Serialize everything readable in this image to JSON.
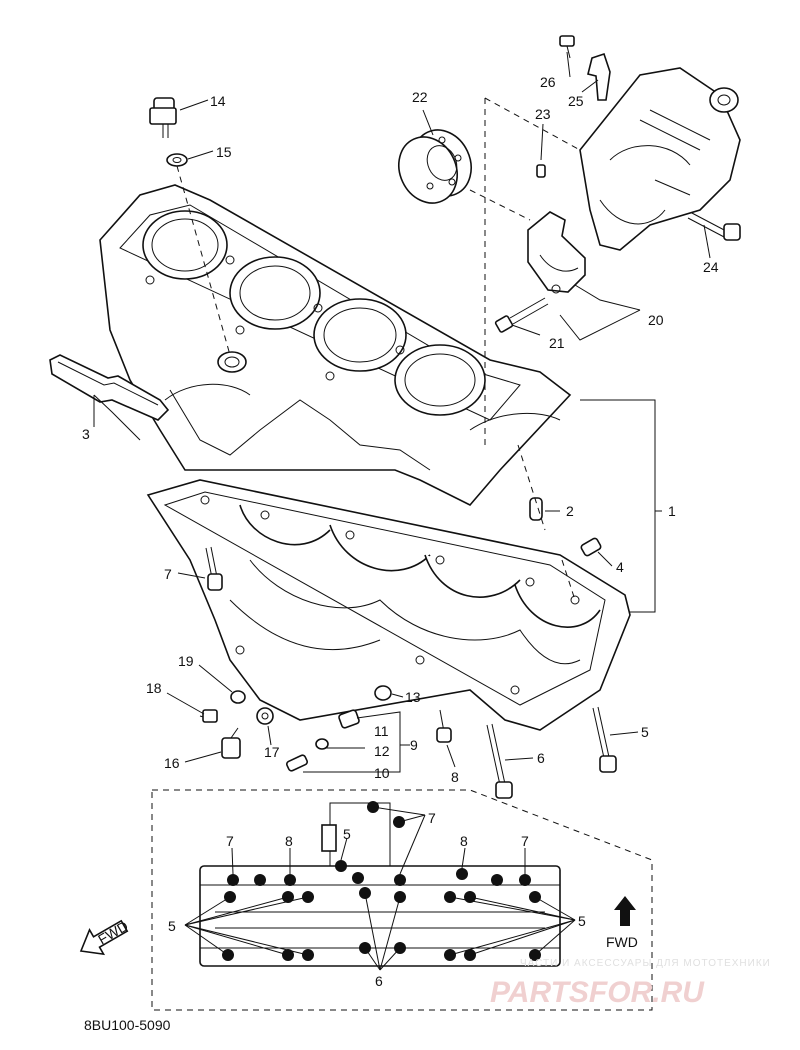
{
  "diagram": {
    "code": "8BU100-5090",
    "fwd_label": "FWD",
    "fwd_arrow_label": "FWD",
    "watermark": {
      "tagline": "ЧАСТИ И АКСЕССУАРЫ ДЛЯ МОТОТЕХНИКИ",
      "brand": "PARTSFOR.RU"
    },
    "callouts": {
      "c1": "1",
      "c2": "2",
      "c3": "3",
      "c4": "4",
      "c5": "5",
      "c6": "6",
      "c7": "7",
      "c8": "8",
      "c9": "9",
      "c10": "10",
      "c11": "11",
      "c12": "12",
      "c13": "13",
      "c14": "14",
      "c15": "15",
      "c16": "16",
      "c17": "17",
      "c18": "18",
      "c19": "19",
      "c20": "20",
      "c21": "21",
      "c22": "22",
      "c23": "23",
      "c24": "24",
      "c25": "25",
      "c26": "26"
    },
    "detail_callouts": {
      "t5a": "5",
      "t7a": "7",
      "t8a": "8",
      "t7b": "7",
      "t8b": "8",
      "t7c": "7",
      "t5l": "5",
      "t5r": "5",
      "t6": "6"
    }
  }
}
